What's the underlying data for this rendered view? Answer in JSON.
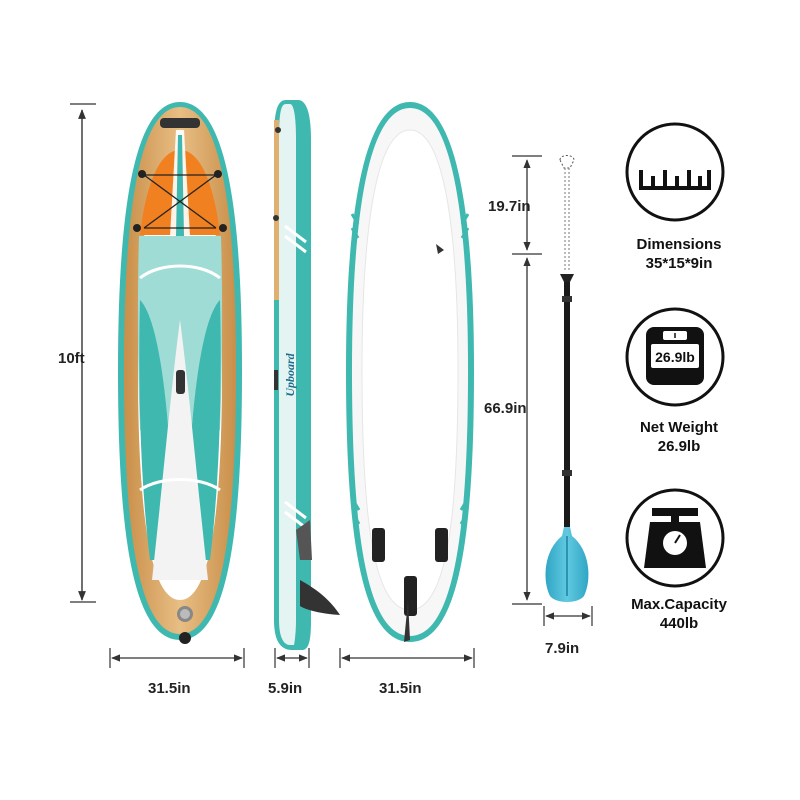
{
  "measurements": {
    "length": "10ft",
    "front_width": "31.5in",
    "side_thickness": "5.9in",
    "back_width": "31.5in",
    "paddle_blade_section": "19.7in",
    "paddle_shaft_section": "66.9in",
    "paddle_blade_width": "7.9in"
  },
  "board": {
    "brand_text": "Upboard"
  },
  "specs": [
    {
      "icon": "ruler-icon",
      "caption": "Dimensions",
      "value": "35*15*9in"
    },
    {
      "icon": "scale-icon",
      "badge": "26.9lb",
      "caption": "Net Weight",
      "value": "26.9lb"
    },
    {
      "icon": "weight-icon",
      "caption": "Max.Capacity",
      "value": "440lb"
    }
  ],
  "colors": {
    "teal": "#3fb8b0",
    "light_teal": "#9fdcd6",
    "wood": "#e0b070",
    "orange": "#f08020",
    "paddle_blue": "#45b9d3"
  }
}
